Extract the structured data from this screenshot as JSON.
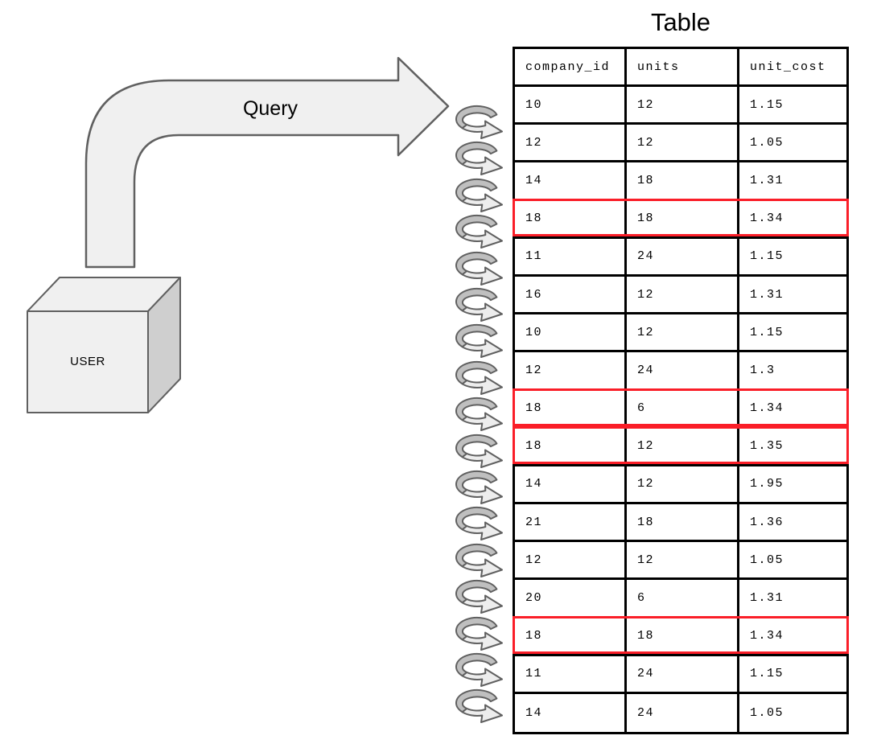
{
  "main": {
    "title": "Table"
  },
  "labels": {
    "query": "Query",
    "user": "USER"
  },
  "table": {
    "columns": [
      "company_id",
      "units",
      "unit_cost"
    ],
    "rows": [
      {
        "cells": [
          "10",
          "12",
          "1.15"
        ],
        "highlight": false
      },
      {
        "cells": [
          "12",
          "12",
          "1.05"
        ],
        "highlight": false
      },
      {
        "cells": [
          "14",
          "18",
          "1.31"
        ],
        "highlight": false
      },
      {
        "cells": [
          "18",
          "18",
          "1.34"
        ],
        "highlight": true
      },
      {
        "cells": [
          "11",
          "24",
          "1.15"
        ],
        "highlight": false
      },
      {
        "cells": [
          "16",
          "12",
          "1.31"
        ],
        "highlight": false
      },
      {
        "cells": [
          "10",
          "12",
          "1.15"
        ],
        "highlight": false
      },
      {
        "cells": [
          "12",
          "24",
          "1.3"
        ],
        "highlight": false
      },
      {
        "cells": [
          "18",
          "6",
          "1.34"
        ],
        "highlight": true
      },
      {
        "cells": [
          "18",
          "12",
          "1.35"
        ],
        "highlight": true
      },
      {
        "cells": [
          "14",
          "12",
          "1.95"
        ],
        "highlight": false
      },
      {
        "cells": [
          "21",
          "18",
          "1.36"
        ],
        "highlight": false
      },
      {
        "cells": [
          "12",
          "12",
          "1.05"
        ],
        "highlight": false
      },
      {
        "cells": [
          "20",
          "6",
          "1.31"
        ],
        "highlight": false
      },
      {
        "cells": [
          "18",
          "18",
          "1.34"
        ],
        "highlight": true
      },
      {
        "cells": [
          "11",
          "24",
          "1.15"
        ],
        "highlight": false
      },
      {
        "cells": [
          "14",
          "24",
          "1.05"
        ],
        "highlight": false
      }
    ]
  },
  "loop_arrows": {
    "icon": "loop-arrow-icon",
    "count": 17
  },
  "colors": {
    "highlight": "#fa1e28",
    "table_border": "#000000",
    "shape_fill": "#f0f0f0",
    "shape_stroke": "#606060",
    "shape_side": "#cfcfcf",
    "coil_dark": "#bfbfbf",
    "coil_light": "#ededed"
  }
}
